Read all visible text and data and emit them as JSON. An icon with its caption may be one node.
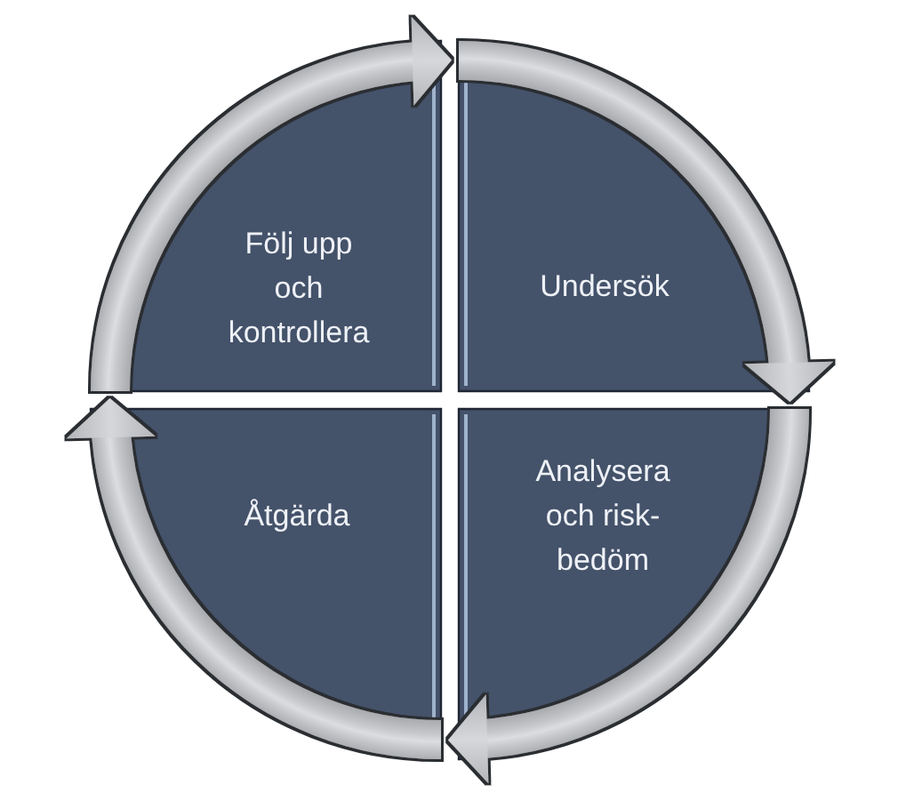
{
  "diagram": {
    "nodes": [
      {
        "text": [
          "Följ upp och kontrollera"
        ]
      },
      {
        "text": [
          "Undersök"
        ]
      },
      {
        "text": [
          "Analysera och risk-bedöm"
        ]
      },
      {
        "text": [
          "Åtgärda"
        ]
      }
    ],
    "edges": [
      {
        "from": 0,
        "to": 1,
        "arrow": "to"
      },
      {
        "from": 1,
        "to": 2,
        "arrow": "to"
      },
      {
        "from": 2,
        "to": 3,
        "arrow": "to"
      },
      {
        "from": 3,
        "to": 0,
        "arrow": "to"
      }
    ]
  }
}
